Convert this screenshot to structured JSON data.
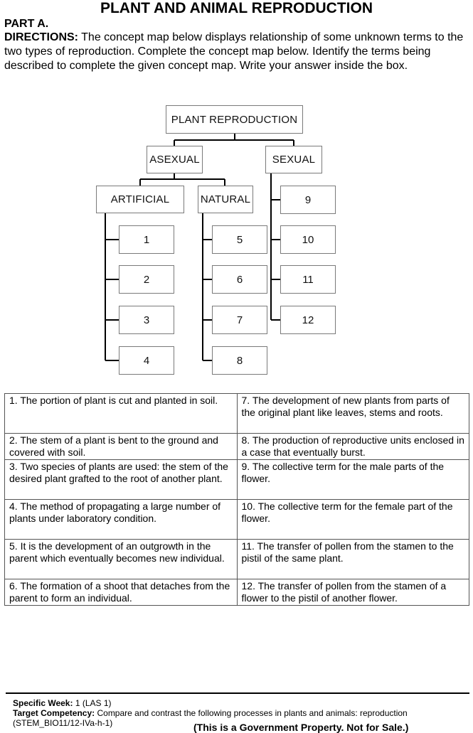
{
  "title": "PLANT AND ANIMAL REPRODUCTION",
  "part": "PART A.",
  "directions_label": "DIRECTIONS:",
  "directions_text": " The concept map below displays relationship of some unknown terms to the two types of reproduction. Complete the concept map below. Identify the terms being described to complete the given concept map. Write your answer inside the box.",
  "concept_map": {
    "root": "PLANT REPRODUCTION",
    "asexual": "ASEXUAL",
    "sexual": "SEXUAL",
    "artificial": "ARTIFICIAL",
    "natural": "NATURAL",
    "artificial_boxes": [
      "1",
      "2",
      "3",
      "4"
    ],
    "natural_boxes": [
      "5",
      "6",
      "7",
      "8"
    ],
    "sexual_boxes": [
      "9",
      "10",
      "11",
      "12"
    ]
  },
  "definitions": [
    [
      "1. The portion of plant is cut and planted in soil.",
      "7. The development of new plants from parts of the original plant like leaves, stems and roots."
    ],
    [
      "2. The stem of a plant is bent to the ground and covered with soil.",
      "8. The production of reproductive units enclosed in a case that eventually burst."
    ],
    [
      "3. Two species of plants are used: the stem of the desired plant grafted to the root of another plant.",
      "9. The collective term for the male parts of the flower."
    ],
    [
      "4. The method of propagating a large number of plants under laboratory condition.",
      "10. The collective term for the female part of the flower."
    ],
    [
      "5. It is the development of an outgrowth in the parent which eventually becomes new individual.",
      "11. The transfer of pollen from the stamen to the pistil of the same plant."
    ],
    [
      "6. The formation of a shoot that detaches from the parent to form an individual.",
      "12. The transfer of pollen from the stamen of a flower to the pistil of another flower."
    ]
  ],
  "footer": {
    "week_label": "Specific Week:",
    "week_value": " 1 (LAS 1)",
    "competency_label": "Target Competency:",
    "competency_value": " Compare and contrast the following processes in plants and animals: reproduction",
    "code": "(STEM_BIO11/12-IVa-h-1)",
    "notice": "(This is a Government Property. Not for Sale.)"
  }
}
